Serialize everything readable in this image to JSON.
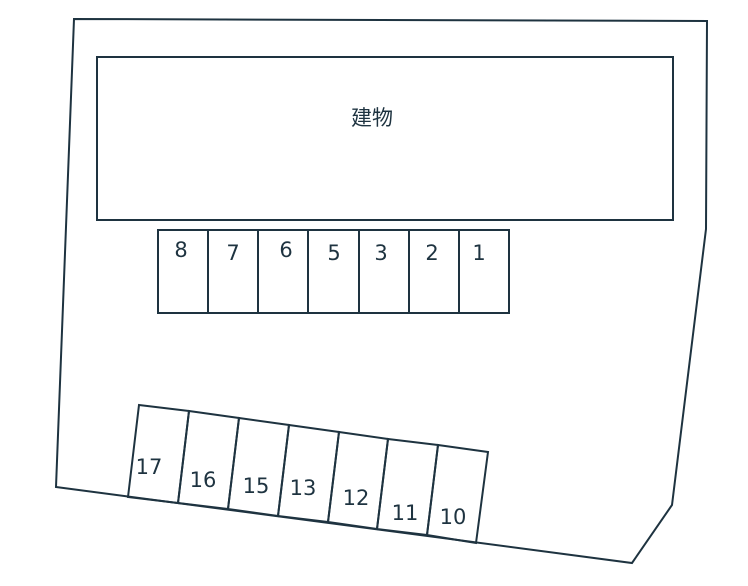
{
  "site": {
    "building_label": "建物"
  },
  "parking": {
    "top_row": [
      "8",
      "7",
      "6",
      "5",
      "3",
      "2",
      "1"
    ],
    "bottom_row": [
      "17",
      "16",
      "15",
      "13",
      "12",
      "11",
      "10"
    ]
  },
  "colors": {
    "line": "#1e3340",
    "background": "#ffffff"
  }
}
